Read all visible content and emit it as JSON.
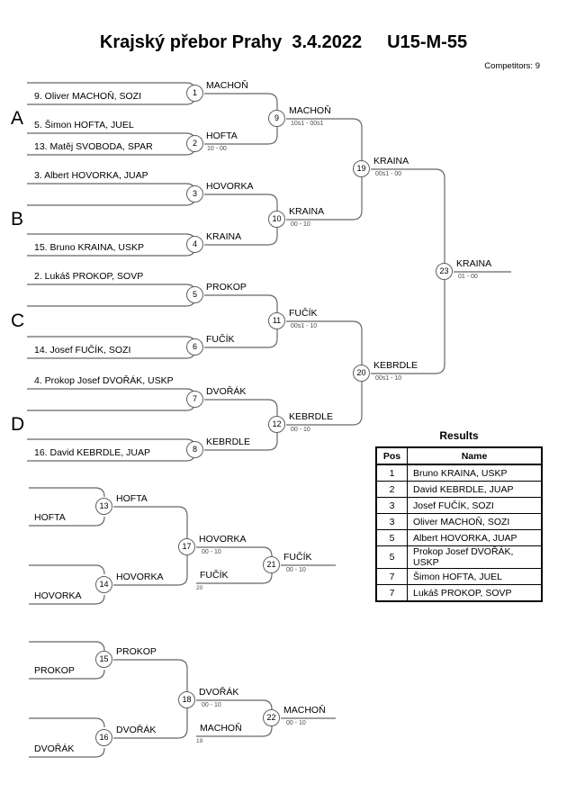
{
  "header": {
    "title_main": "Krajský přebor Prahy  3.4.2022",
    "title_cat": "U15-M-55",
    "competitors": "Competitors: 9"
  },
  "groups": [
    "A",
    "B",
    "C",
    "D"
  ],
  "seeds": [
    "9. Oliver MACHOŇ, SOZI",
    "5. Šimon HOFTA, JUEL",
    "13. Matěj SVOBODA, SPAR",
    "3. Albert HOVORKA, JUAP",
    "15. Bruno KRAINA, USKP",
    "2. Lukáš PROKOP, SOVP",
    "14. Josef FUČÍK, SOZI",
    "4. Prokop Josef DVOŘÁK, USKP",
    "16. David KEBRDLE, JUAP"
  ],
  "matches": [
    {
      "no": "1",
      "winner": "MACHOŇ",
      "score": ""
    },
    {
      "no": "2",
      "winner": "HOFTA",
      "score": "10 - 00"
    },
    {
      "no": "3",
      "winner": "HOVORKA",
      "score": ""
    },
    {
      "no": "4",
      "winner": "KRAINA",
      "score": ""
    },
    {
      "no": "5",
      "winner": "PROKOP",
      "score": ""
    },
    {
      "no": "6",
      "winner": "FUČÍK",
      "score": ""
    },
    {
      "no": "7",
      "winner": "DVOŘÁK",
      "score": ""
    },
    {
      "no": "8",
      "winner": "KEBRDLE",
      "score": ""
    },
    {
      "no": "9",
      "winner": "MACHOŇ",
      "score": "10s1 - 00s1"
    },
    {
      "no": "10",
      "winner": "KRAINA",
      "score": "00 - 10"
    },
    {
      "no": "11",
      "winner": "FUČÍK",
      "score": "00s1 - 10"
    },
    {
      "no": "12",
      "winner": "KEBRDLE",
      "score": "00 - 10"
    },
    {
      "no": "13",
      "winner": "HOFTA",
      "score": ""
    },
    {
      "no": "14",
      "winner": "HOVORKA",
      "score": ""
    },
    {
      "no": "15",
      "winner": "PROKOP",
      "score": ""
    },
    {
      "no": "16",
      "winner": "DVOŘÁK",
      "score": ""
    },
    {
      "no": "17",
      "winner": "HOVORKA",
      "score": "00 - 10"
    },
    {
      "no": "18",
      "winner": "DVOŘÁK",
      "score": "00 - 10"
    },
    {
      "no": "19",
      "winner": "KRAINA",
      "score": "00s1 - 00"
    },
    {
      "no": "20",
      "winner": "KEBRDLE",
      "score": "00s1 - 10"
    },
    {
      "no": "21",
      "winner": "FUČÍK",
      "score": "00 - 10"
    },
    {
      "no": "22",
      "winner": "MACHOŇ",
      "score": "00 - 10"
    },
    {
      "no": "23",
      "winner": "KRAINA",
      "score": "01 - 00"
    }
  ],
  "repechage": {
    "r1": {
      "e1": "HOFTA",
      "e2": "HOVORKA",
      "feed": "FUČÍK",
      "feed_src": "20"
    },
    "r2": {
      "e1": "PROKOP",
      "e2": "DVOŘÁK",
      "feed": "MACHOŇ",
      "feed_src": "19"
    }
  },
  "results": {
    "title": "Results",
    "columns": [
      "Pos",
      "Name"
    ],
    "rows": [
      [
        "1",
        "Bruno KRAINA, USKP"
      ],
      [
        "2",
        "David KEBRDLE, JUAP"
      ],
      [
        "3",
        "Josef FUČÍK, SOZI"
      ],
      [
        "3",
        "Oliver MACHOŇ, SOZI"
      ],
      [
        "5",
        "Albert HOVORKA, JUAP"
      ],
      [
        "5",
        "Prokop Josef DVOŘÁK, USKP"
      ],
      [
        "7",
        "Šimon HOFTA, JUEL"
      ],
      [
        "7",
        "Lukáš PROKOP, SOVP"
      ]
    ]
  }
}
